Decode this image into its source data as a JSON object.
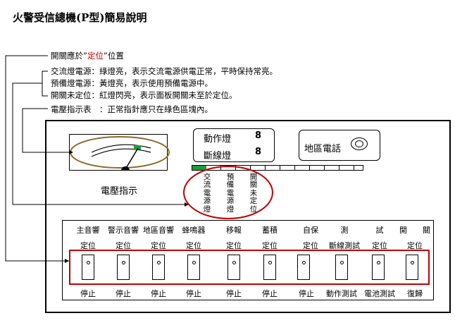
{
  "title": "火警受信總機(P型)簡易說明",
  "notes": {
    "switch_position_prefix": "開關應於”",
    "switch_position_accent": "定位",
    "switch_position_suffix": "”位置",
    "ac_lamp": "交流燈電源：綠燈亮，表示交流電源供電正常，平時保持常亮。",
    "backup_lamp": "預備燈電源：黃燈亮，表示使用預備電源中。",
    "switch_not_set": "開關未定位：紅燈閃亮，表示面板開關未至於定位。",
    "voltmeter": "電壓指示表　：正常指針應只在綠色區塊內。"
  },
  "meter": {
    "label": "電壓指示"
  },
  "status_lamps": {
    "action_label": "動作燈",
    "line_break_label": "斷線燈",
    "lamp_glyph": "8"
  },
  "area_phone": {
    "label": "地區電話"
  },
  "indicator_columns": [
    {
      "chars": [
        "交",
        "流",
        "電",
        "源",
        "燈"
      ]
    },
    {
      "chars": [
        "預",
        "備",
        "電",
        "源",
        "燈"
      ]
    },
    {
      "chars": [
        "開",
        "關",
        "未",
        "定",
        "位"
      ]
    }
  ],
  "switches": [
    {
      "func": "主音響",
      "top": "定位",
      "bottom": "停止"
    },
    {
      "func": "警示音響",
      "top": "定位",
      "bottom": "停止"
    },
    {
      "func": "地區音響",
      "top": "定位",
      "bottom": "停止"
    },
    {
      "func": "蜂鳴器",
      "top": "定位",
      "bottom": "停止"
    },
    {
      "func": "移報",
      "top": "定位",
      "bottom": "停止"
    },
    {
      "func": "蓄積",
      "top": "定位",
      "bottom": "停止"
    },
    {
      "func": "自保",
      "top": "定位",
      "bottom": "停止"
    },
    {
      "func": "測",
      "top": "斷線測試",
      "bottom": "動作測試"
    },
    {
      "func": "試",
      "top": "定位",
      "bottom": "電池測試"
    },
    {
      "func": "開　　關",
      "top": "定位",
      "bottom": "復歸"
    }
  ],
  "colors": {
    "accent": "#c00000",
    "meter_oval": "#8b6b2a",
    "bar_green": "#1a9e3a"
  }
}
